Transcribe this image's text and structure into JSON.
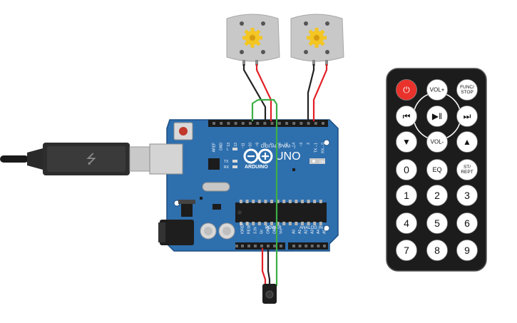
{
  "arduino": {
    "brand": "ARDUINO",
    "model": "UNO",
    "on_label": "ON",
    "digital_header": "DIGITAL (PWM ~)",
    "power_header": "POWER",
    "analog_header": "ANALOG IN",
    "led_l": "L",
    "led_tx": "TX",
    "led_rx": "RX",
    "digital_pins": [
      "AREF",
      "GND",
      "13",
      "12",
      "~11",
      "~10",
      "~9",
      "8",
      "7",
      "~6",
      "~5",
      "4",
      "~3",
      "2",
      "TX→1",
      "RX←0"
    ],
    "power_pins": [
      "IOREF",
      "RESET",
      "3.3V",
      "5V",
      "GND",
      "GND",
      "Vin"
    ],
    "analog_pins": [
      "A0",
      "A1",
      "A2",
      "A3",
      "A4",
      "A5"
    ]
  },
  "remote": {
    "rows": [
      [
        {
          "label": "⏻",
          "name": "power",
          "color": "#e8322b",
          "style": "red"
        },
        {
          "label": "VOL+",
          "name": "vol-up"
        },
        {
          "label": "FUNC/\nSTOP",
          "name": "func-stop"
        }
      ],
      [
        {
          "label": "⏮",
          "name": "prev"
        },
        {
          "label": "▶‖",
          "name": "play-pause"
        },
        {
          "label": "⏭",
          "name": "next"
        }
      ],
      [
        {
          "label": "▼",
          "name": "down"
        },
        {
          "label": "VOL-",
          "name": "vol-down"
        },
        {
          "label": "▲",
          "name": "up"
        }
      ],
      [
        {
          "label": "0",
          "name": "digit-0"
        },
        {
          "label": "EQ",
          "name": "eq"
        },
        {
          "label": "ST/\nREPT",
          "name": "st-rept"
        }
      ],
      [
        {
          "label": "1",
          "name": "digit-1"
        },
        {
          "label": "2",
          "name": "digit-2"
        },
        {
          "label": "3",
          "name": "digit-3"
        }
      ],
      [
        {
          "label": "4",
          "name": "digit-4"
        },
        {
          "label": "5",
          "name": "digit-5"
        },
        {
          "label": "6",
          "name": "digit-6"
        }
      ],
      [
        {
          "label": "7",
          "name": "digit-7"
        },
        {
          "label": "8",
          "name": "digit-8"
        },
        {
          "label": "9",
          "name": "digit-9"
        }
      ]
    ]
  },
  "colors": {
    "board": "#2e6fae",
    "board_dark": "#1d4f82",
    "remote_body": "#1c1c1c",
    "remote_button": "#ffffff",
    "wire_red": "#e21f26",
    "wire_black": "#222222",
    "wire_green": "#3cb043",
    "motor": "#c8c8c8",
    "gear": "#f3c623"
  }
}
